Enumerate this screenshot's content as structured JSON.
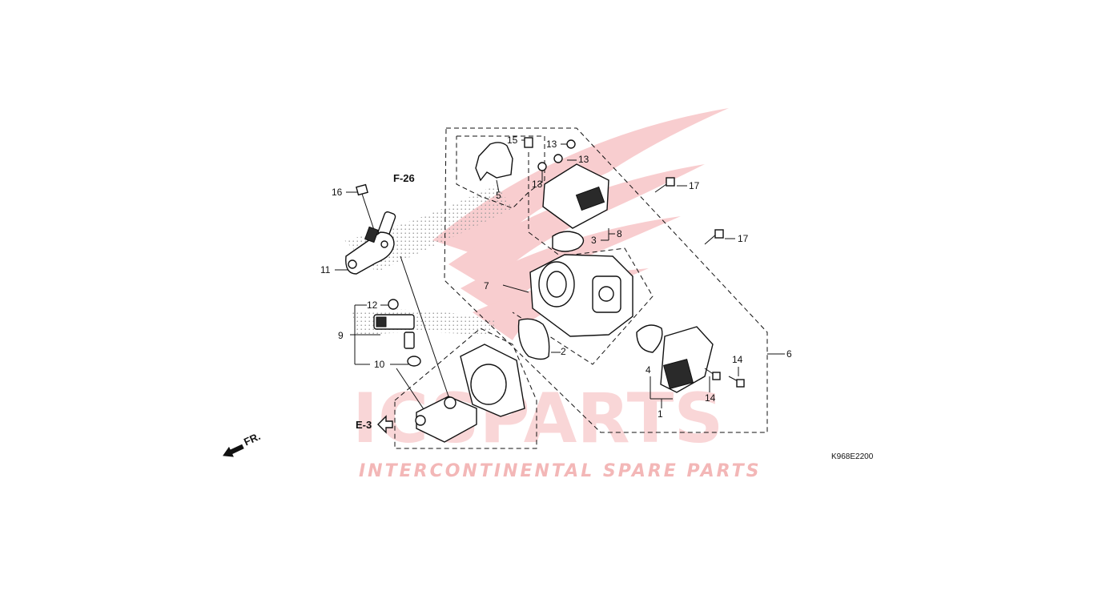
{
  "diagram": {
    "code": "K968E2200",
    "watermark": {
      "logo": "ICSPARTS",
      "tagline": "INTERCONTINENTAL SPARE PARTS"
    },
    "references": [
      {
        "id": "f26",
        "label": "F-26"
      },
      {
        "id": "e3",
        "label": "E-3"
      },
      {
        "id": "fr",
        "label": "FR."
      }
    ],
    "callouts": [
      {
        "id": "c1",
        "label": "1"
      },
      {
        "id": "c2",
        "label": "2"
      },
      {
        "id": "c3",
        "label": "3"
      },
      {
        "id": "c4",
        "label": "4"
      },
      {
        "id": "c5",
        "label": "5"
      },
      {
        "id": "c6",
        "label": "6"
      },
      {
        "id": "c7",
        "label": "7"
      },
      {
        "id": "c8",
        "label": "8"
      },
      {
        "id": "c9",
        "label": "9"
      },
      {
        "id": "c10",
        "label": "10"
      },
      {
        "id": "c11",
        "label": "11"
      },
      {
        "id": "c12",
        "label": "12"
      },
      {
        "id": "c13a",
        "label": "13"
      },
      {
        "id": "c13b",
        "label": "13"
      },
      {
        "id": "c13c",
        "label": "13"
      },
      {
        "id": "c14a",
        "label": "14"
      },
      {
        "id": "c14b",
        "label": "14"
      },
      {
        "id": "c15",
        "label": "15"
      },
      {
        "id": "c16",
        "label": "16"
      },
      {
        "id": "c17a",
        "label": "17"
      },
      {
        "id": "c17b",
        "label": "17"
      }
    ]
  }
}
